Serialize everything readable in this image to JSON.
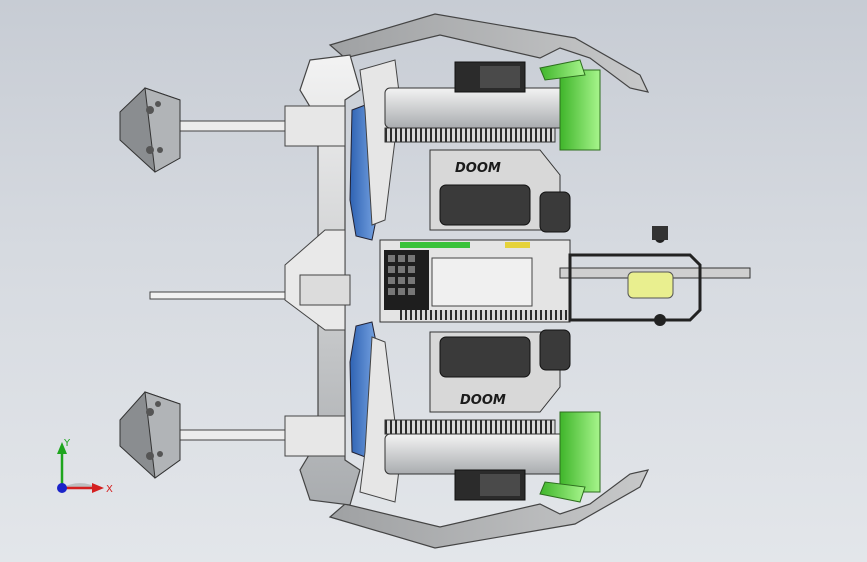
{
  "viewport": {
    "background_top": "#c7ccd4",
    "background_bottom": "#e3e6ea"
  },
  "model": {
    "logo_top": "DOOM",
    "logo_bottom": "DOOM",
    "accent_green": "#6fe04c",
    "accent_blue": "#4f86d6",
    "steel": "#b9bcbf",
    "dark": "#2a2a2a"
  },
  "triad": {
    "x_label": "X",
    "y_label": "Y",
    "x_color": "#d42020",
    "y_color": "#1ea51e",
    "origin_color": "#1a23c9"
  }
}
